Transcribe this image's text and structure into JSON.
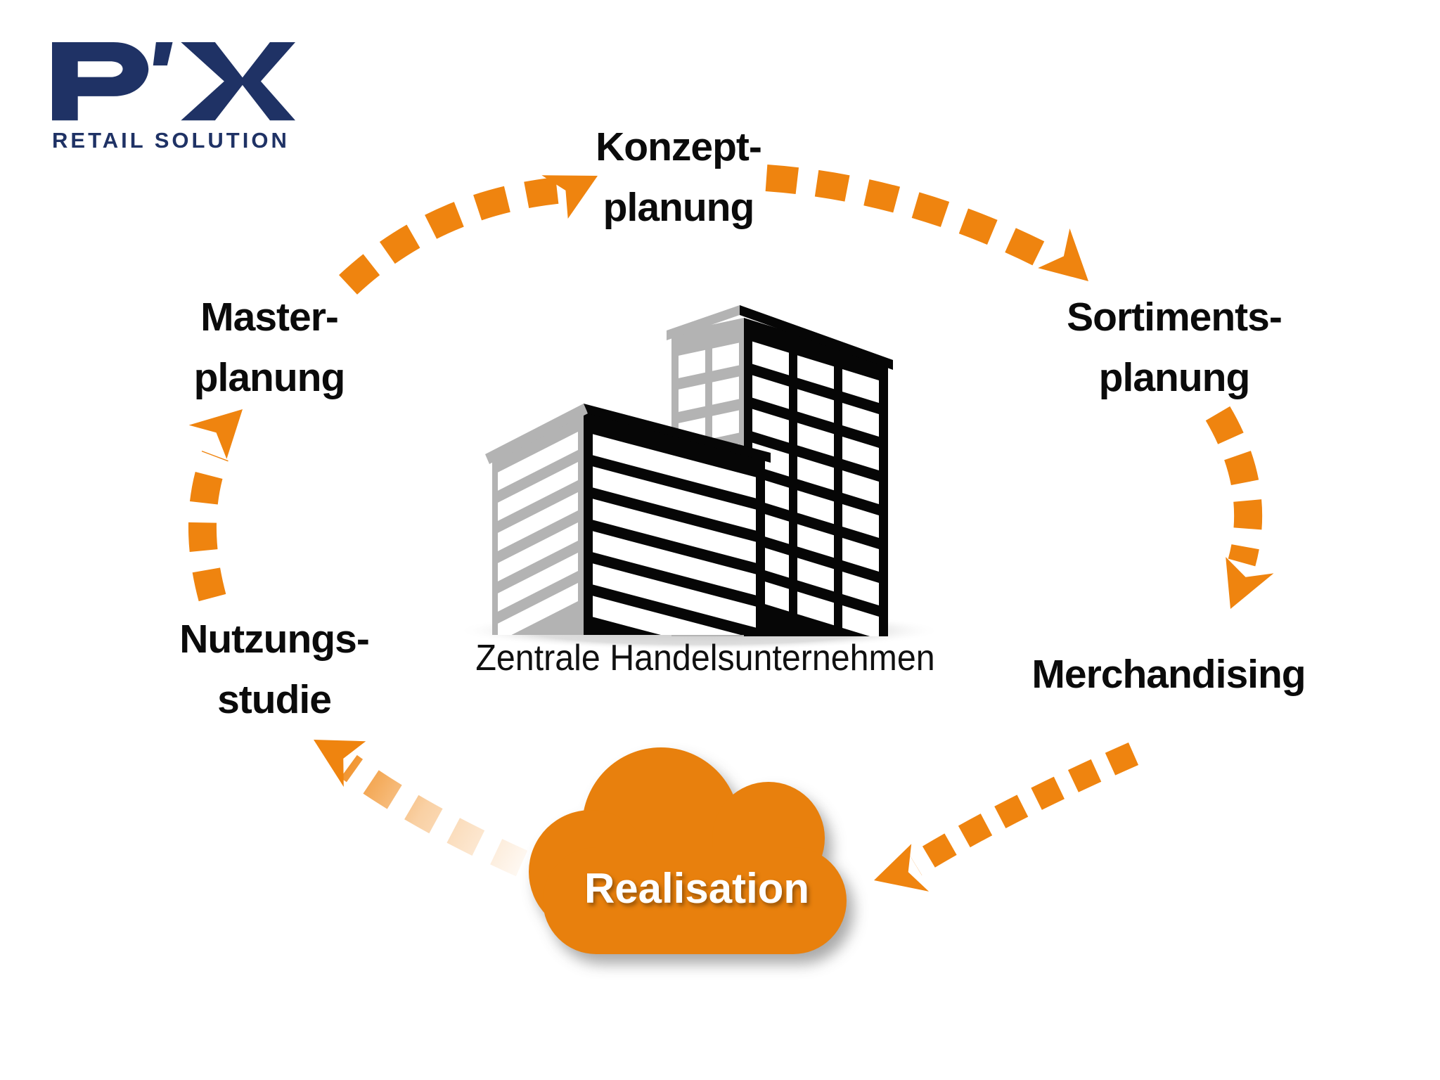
{
  "colors": {
    "accent": "#EF840F",
    "cloud": "#E8800D",
    "navy": "#1F3265",
    "label_text": "#0B0B0B",
    "building_gray": "#B3B3B3",
    "building_black": "#060606"
  },
  "logo": {
    "brand": "P'X",
    "subtitle": "RETAIL SOLUTION"
  },
  "center": {
    "caption": "Zentrale Handelsunternehmen",
    "icon": "office-buildings-icon"
  },
  "cycle": {
    "steps": [
      {
        "id": "konzeptplanung",
        "label_lines": [
          "Konzept-",
          "planung"
        ]
      },
      {
        "id": "sortimentsplanung",
        "label_lines": [
          "Sortiments-",
          "planung"
        ]
      },
      {
        "id": "merchandising",
        "label_lines": [
          "Merchandising"
        ]
      },
      {
        "id": "realisation",
        "label_lines": [
          "Realisation"
        ],
        "style": "orange-cloud"
      },
      {
        "id": "nutzungsstudie",
        "label_lines": [
          "Nutzungs-",
          "studie"
        ]
      },
      {
        "id": "masterplanung",
        "label_lines": [
          "Master-",
          "planung"
        ]
      }
    ],
    "flow": [
      {
        "from": "Master-planung",
        "to": "Konzept-planung"
      },
      {
        "from": "Konzept-planung",
        "to": "Sortiments-planung"
      },
      {
        "from": "Sortiments-planung",
        "to": "Merchandising"
      },
      {
        "from": "Merchandising",
        "to": "Realisation"
      },
      {
        "from": "Realisation",
        "to": "Nutzungs-studie"
      },
      {
        "from": "Nutzungs-studie",
        "to": "Master-planung"
      }
    ]
  }
}
